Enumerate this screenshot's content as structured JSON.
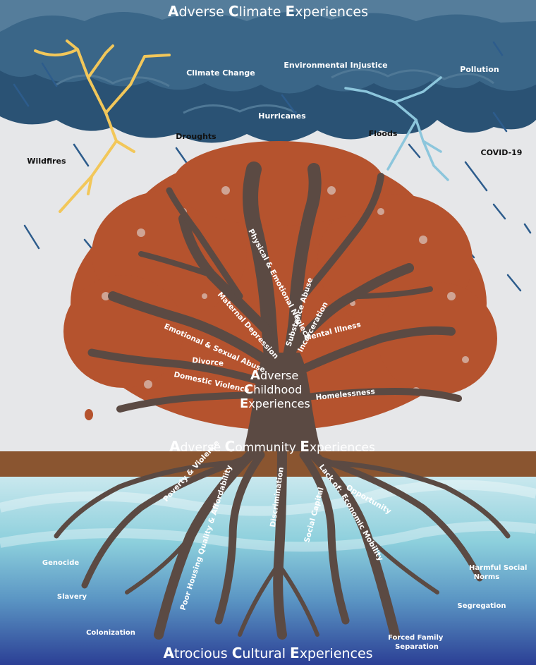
{
  "top_title": {
    "a": "A",
    "a_rest": "dverse ",
    "c": "C",
    "c_rest": "limate ",
    "e": "E",
    "e_rest": "xperiences"
  },
  "climate_items": {
    "climate_change": "Climate Change",
    "environmental_injustice": "Environmental Injustice",
    "pollution": "Pollution",
    "hurricanes": "Hurricanes",
    "droughts": "Droughts",
    "floods": "Floods",
    "wildfires": "Wildfires",
    "covid": "COVID-19"
  },
  "branches": {
    "physical_emotional_neglect": "Physical & Emotional Neglect",
    "substance_abuse": "Substance Abuse",
    "maternal_depression": "Maternal Depression",
    "incarceration": "Incarceration",
    "emotional_sexual_abuse": "Emotional & Sexual Abuse",
    "mental_illness": "Mental Illness",
    "divorce": "Divorce",
    "domestic_violence": "Domestic Violence",
    "homelessness": "Homelessness"
  },
  "trunk_title": {
    "a": "A",
    "a_rest": "dverse",
    "c": "C",
    "c_rest": "hildhood",
    "e": "E",
    "e_rest": "xperiences"
  },
  "community_title": {
    "a": "A",
    "a_rest": "dverse ",
    "c": "C",
    "c_rest": "ommunity ",
    "e": "E",
    "e_rest": "xperiences"
  },
  "roots": {
    "poverty_violence": "Poverty & Violence",
    "housing": "Poor Housing Quality & Affordability",
    "discrimination": "Discrimination",
    "lack_of": "Lack of:",
    "opportunity": "Opportunity",
    "economic_mobility": "Economic Mobility",
    "social_capital": "Social Capital"
  },
  "cultural_items": {
    "genocide": "Genocide",
    "slavery": "Slavery",
    "colonization": "Colonization",
    "forced_family_1": "Forced Family",
    "forced_family_2": "Separation",
    "segregation": "Segregation",
    "harmful_1": "Harmful Social",
    "harmful_2": "Norms"
  },
  "bottom_title": {
    "a": "A",
    "a_rest": "trocious ",
    "c": "C",
    "c_rest": "ultural ",
    "e": "E",
    "e_rest": "xperiences"
  },
  "colors": {
    "storm": "#2e5878",
    "storm_light": "#476f8e",
    "sky": "#e7e8ea",
    "leaf": "#b5532e",
    "wood": "#5b4a43",
    "soil": "#8a5530",
    "water_top": "#bfe3ea",
    "water_bottom": "#2a4a9a",
    "bolt_yellow": "#f2c75a",
    "bolt_blue": "#8cc6dc"
  }
}
